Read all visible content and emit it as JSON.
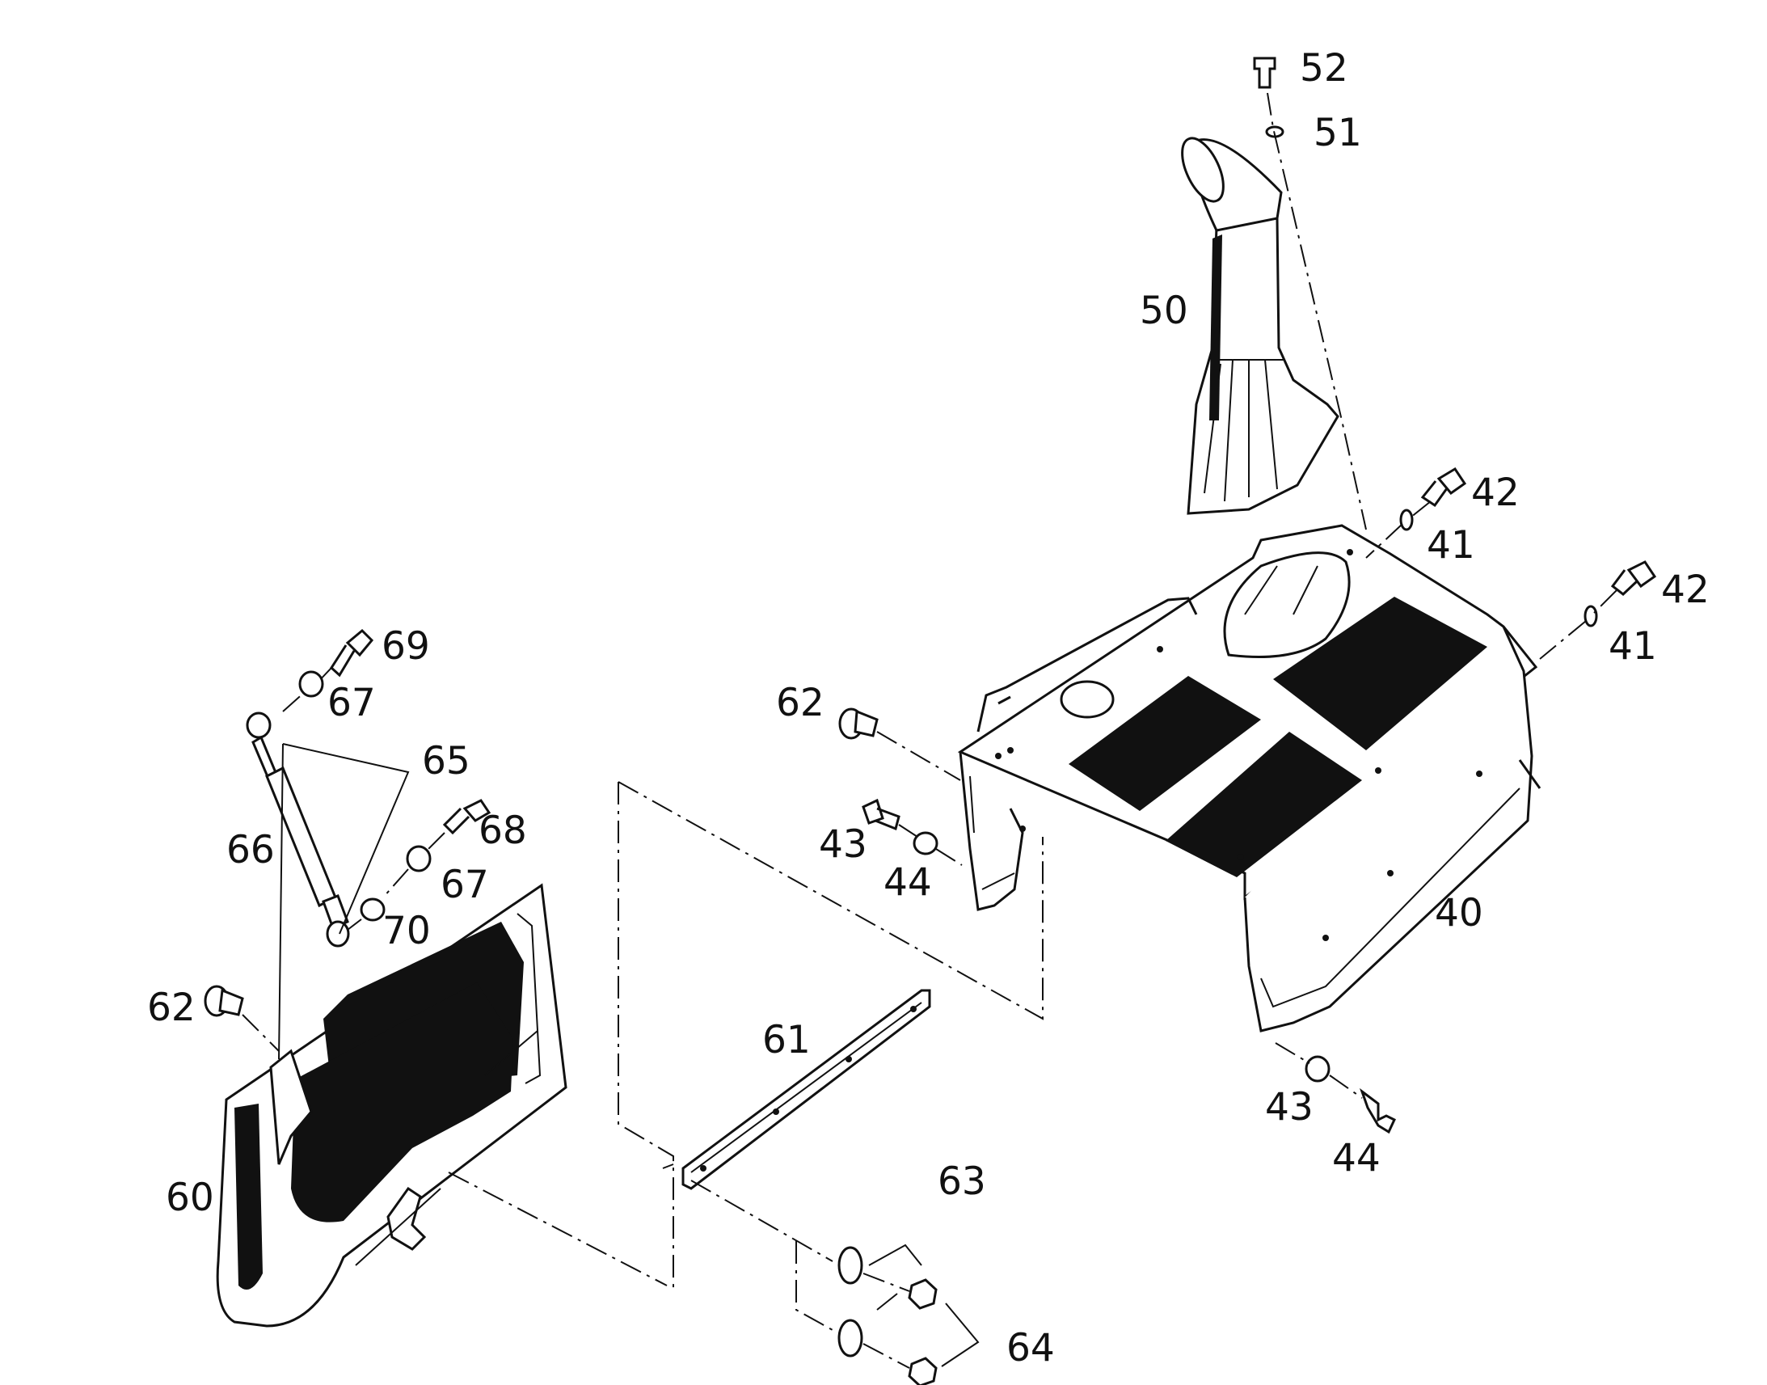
{
  "labels": {
    "l52": "52",
    "l51": "51",
    "l50": "50",
    "l42a": "42",
    "l41a": "41",
    "l42b": "42",
    "l41b": "41",
    "l40": "40",
    "l43a": "43",
    "l44a": "44",
    "l43b": "43",
    "l44b": "44",
    "l62a": "62",
    "l62b": "62",
    "l69": "69",
    "l67a": "67",
    "l65": "65",
    "l66": "66",
    "l68": "68",
    "l67b": "67",
    "l70": "70",
    "l60": "60",
    "l61": "61",
    "l63": "63",
    "l64": "64"
  },
  "colors": {
    "ink": "#111111",
    "paper": "#ffffff"
  }
}
